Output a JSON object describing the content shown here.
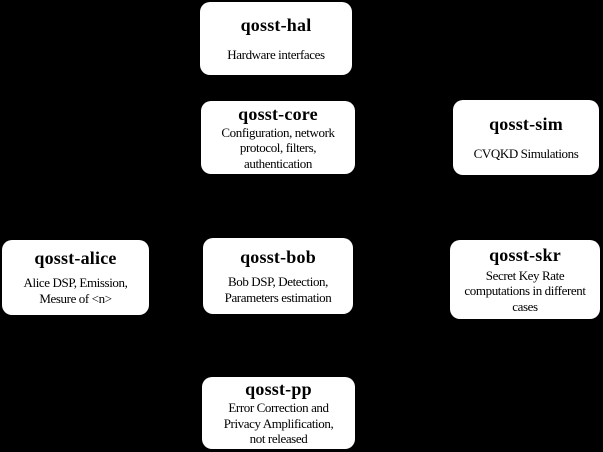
{
  "canvas": {
    "background_color": "#000000",
    "node_fill_color": "#ffffff",
    "node_text_color": "#000000"
  },
  "boxes": [
    {
      "id": "qosst-hal",
      "title": "qosst-hal",
      "body_lines": [
        "Hardware interfaces"
      ]
    },
    {
      "id": "qosst-core",
      "title": "qosst-core",
      "body_lines": [
        "Configuration, network",
        "protocol, filters,",
        "authentication"
      ]
    },
    {
      "id": "qosst-sim",
      "title": "qosst-sim",
      "body_lines": [
        "CVQKD Simulations"
      ]
    },
    {
      "id": "qosst-alice",
      "title": "qosst-alice",
      "body_lines": [
        "Alice DSP, Emission,",
        "Mesure of <n>"
      ]
    },
    {
      "id": "qosst-bob",
      "title": "qosst-bob",
      "body_lines": [
        "Bob DSP, Detection,",
        "Parameters estimation"
      ]
    },
    {
      "id": "qosst-skr",
      "title": "qosst-skr",
      "body_lines": [
        "Secret Key Rate",
        "computations in different",
        "cases"
      ]
    },
    {
      "id": "qosst-pp",
      "title": "qosst-pp",
      "body_lines": [
        "Error Correction and",
        "Privacy Amplification,",
        "not released"
      ]
    }
  ]
}
